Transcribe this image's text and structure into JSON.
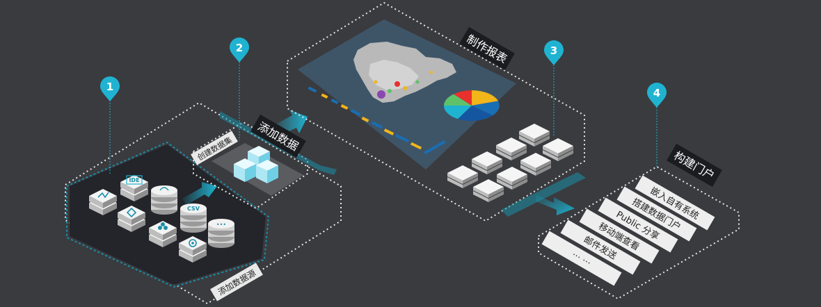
{
  "colors": {
    "background": "#3a3b3f",
    "accent": "#1fb3d1",
    "teal": "#1a8fa8",
    "dark_panel": "#24262b",
    "label_bg": "#1b1c1f",
    "tag_bg": "#e9e9e9",
    "map_panel": "#3d5466"
  },
  "steps": [
    {
      "number": "1"
    },
    {
      "number": "2"
    },
    {
      "number": "3"
    },
    {
      "number": "4"
    }
  ],
  "stage1": {
    "label": "添加数据源",
    "icons": [
      "graph-icon",
      "ide-icon",
      "mysql-icon",
      "diamond-icon",
      "database-icon",
      "csv-icon",
      "cluster-icon",
      "more-icon",
      "target-icon"
    ],
    "icon_texts": {
      "ide": "IDE",
      "csv": "CSV",
      "more": "•••"
    }
  },
  "stage2": {
    "title": "添加数据",
    "label": "创建数据集"
  },
  "stage3": {
    "title": "制作报表"
  },
  "stage4": {
    "title": "构建门户",
    "items": [
      "嵌入自有系统",
      "搭建数据门户",
      "Public 分享",
      "移动端查看",
      "邮件发送",
      "··· ···"
    ]
  }
}
